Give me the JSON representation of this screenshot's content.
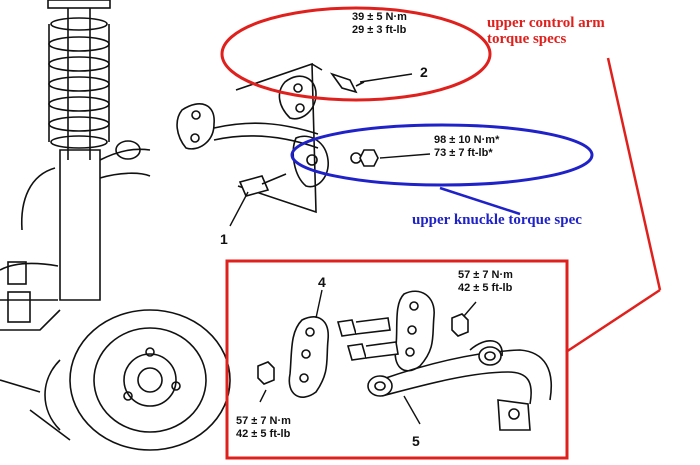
{
  "colors": {
    "red": "#e0201c",
    "blue": "#1f22c8",
    "ink": "#111111"
  },
  "annotations": {
    "upper_control_arm": {
      "line1": "upper control arm",
      "line2": "torque specs"
    },
    "upper_knuckle": "upper knuckle torque spec"
  },
  "specs": {
    "ctrl_arm_bolt": {
      "nm": "39 ± 5 N·m",
      "ftlb": "29 ± 3 ft-lb"
    },
    "knuckle_nut": {
      "nm": "98 ± 10 N·m*",
      "ftlb": "73 ± 7 ft-lb*"
    },
    "inset_right_nut": {
      "nm": "57 ± 7 N·m",
      "ftlb": "42 ± 5 ft-lb"
    },
    "inset_left_nut": {
      "nm": "57 ± 7 N·m",
      "ftlb": "42 ± 5 ft-lb"
    }
  },
  "callouts": {
    "one": "1",
    "two": "2",
    "four": "4",
    "five": "5"
  },
  "icons": [
    "coil-spring-icon",
    "strut-icon",
    "brake-drum-icon",
    "upper-arm-icon",
    "bolt-icon",
    "nut-icon",
    "bushing-icon"
  ]
}
